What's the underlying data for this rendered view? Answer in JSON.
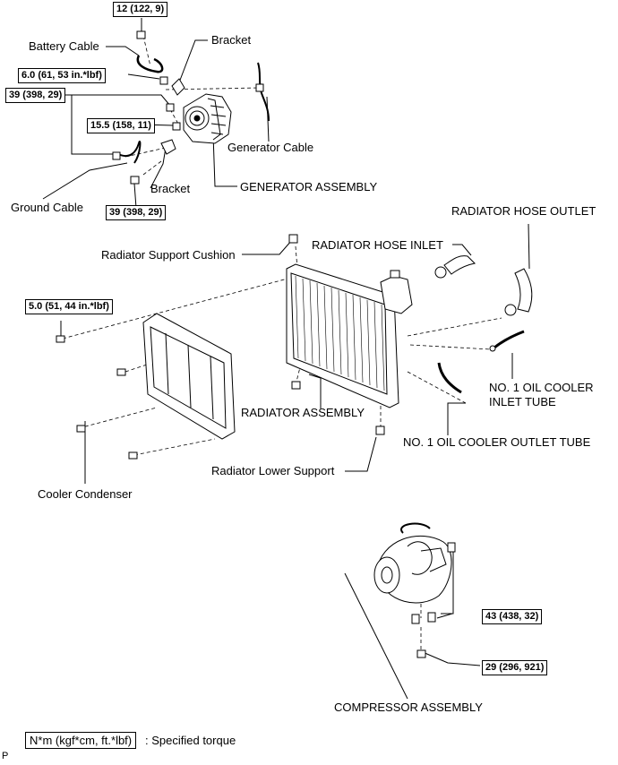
{
  "torques": {
    "t1": "12 (122, 9)",
    "t2": "6.0 (61, 53 in.*lbf)",
    "t3": "39 (398, 29)",
    "t4": "15.5 (158, 11)",
    "t5": "39 (398, 29)",
    "t6": "5.0 (51, 44 in.*lbf)",
    "t7": "43 (438, 32)",
    "t8": "29 (296, 921)"
  },
  "labels": {
    "battery_cable": "Battery Cable",
    "bracket_top": "Bracket",
    "generator_cable": "Generator Cable",
    "bracket_bottom": "Bracket",
    "generator_assembly": "GENERATOR ASSEMBLY",
    "ground_cable": "Ground Cable",
    "radiator_hose_outlet": "RADIATOR HOSE OUTLET",
    "radiator_support_cushion": "Radiator Support Cushion",
    "radiator_hose_inlet": "RADIATOR HOSE INLET",
    "oil_cooler_inlet_1": "NO. 1 OIL COOLER",
    "oil_cooler_inlet_2": "INLET TUBE",
    "radiator_assembly": "RADIATOR ASSEMBLY",
    "oil_cooler_outlet": "NO. 1 OIL COOLER OUTLET TUBE",
    "radiator_lower_support": "Radiator Lower Support",
    "cooler_condenser": "Cooler Condenser",
    "compressor_assembly": "COMPRESSOR ASSEMBLY"
  },
  "legend": {
    "unit": "N*m (kgf*cm, ft.*lbf)",
    "description": ": Specified torque"
  },
  "corner_mark": "P"
}
